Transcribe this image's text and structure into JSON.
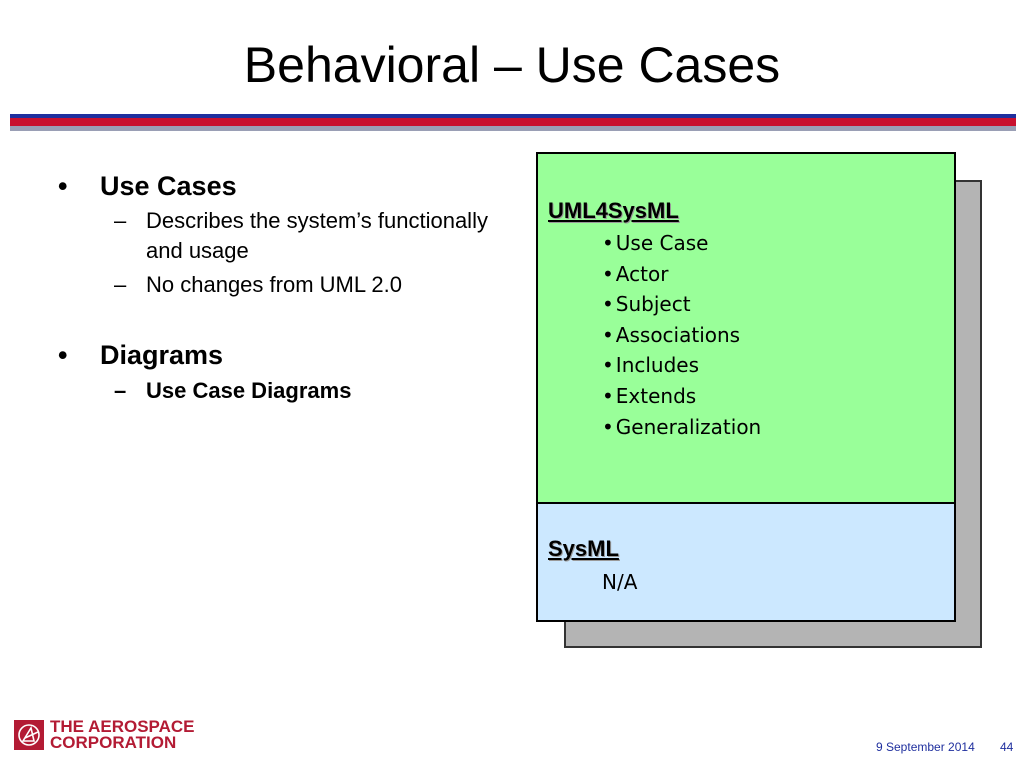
{
  "slide": {
    "title": "Behavioral – Use Cases"
  },
  "bullets": [
    {
      "mark": "•",
      "label": "Use Cases",
      "subs": [
        {
          "mark": "–",
          "text": "Describes the system’s functionally and usage"
        },
        {
          "mark": "–",
          "text": "No changes from UML 2.0"
        }
      ]
    },
    {
      "mark": "•",
      "label": "Diagrams",
      "subs": [
        {
          "mark": "–",
          "text": "Use Case Diagrams"
        }
      ]
    }
  ],
  "panel": {
    "green_box": {
      "title": "UML4SysML",
      "bullet": "•",
      "items": [
        "Use Case",
        "Actor",
        "Subject",
        "Associations",
        "Includes",
        "Extends",
        "Generalization"
      ],
      "color": "#99ff99"
    },
    "blue_box": {
      "title": "SysML",
      "value": "N/A",
      "color": "#cce8ff"
    }
  },
  "footer": {
    "logo_line1": "THE AEROSPACE",
    "logo_line2": "CORPORATION",
    "date": "9 September 2014",
    "page": "44",
    "brand_color": "#b31b34"
  }
}
